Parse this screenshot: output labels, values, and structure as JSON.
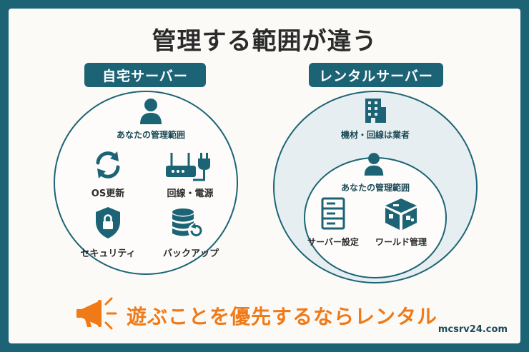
{
  "title": "管理する範囲が違う",
  "home_server": {
    "label": "自宅サーバー",
    "scope_label": "あなたの管理範囲",
    "items": [
      {
        "label": "OS更新",
        "icon": "refresh-icon"
      },
      {
        "label": "回線・電源",
        "icon": "router-plug-icon"
      },
      {
        "label": "セキュリティ",
        "icon": "shield-lock-icon"
      },
      {
        "label": "バックアップ",
        "icon": "database-backup-icon"
      }
    ]
  },
  "rental_server": {
    "label": "レンタルサーバー",
    "vendor_scope_label": "機材・回線は業者",
    "user_scope_label": "あなたの管理範囲",
    "items": [
      {
        "label": "サーバー設定",
        "icon": "server-rack-icon"
      },
      {
        "label": "ワールド管理",
        "icon": "cube-block-icon"
      }
    ]
  },
  "banner": "遊ぶことを優先するならレンタル",
  "site": "mcsrv24.com",
  "colors": {
    "primary": "#1c6475",
    "accent": "#f07a17",
    "background": "#fbfaf7"
  }
}
